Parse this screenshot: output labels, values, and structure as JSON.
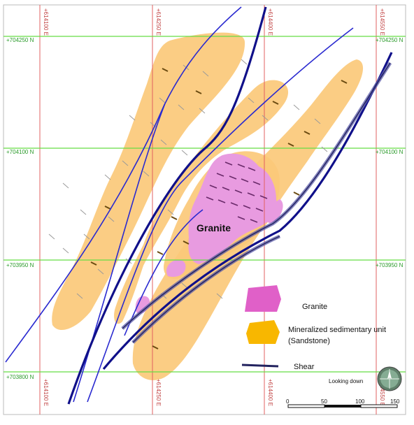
{
  "map": {
    "label_granite": "Granite"
  },
  "grid": {
    "eastings": [
      {
        "label": "+614100 E"
      },
      {
        "label": "+614250 E"
      },
      {
        "label": "+614400 E"
      },
      {
        "label": "+614550 E"
      }
    ],
    "northings": [
      {
        "label": "+704250 N"
      },
      {
        "label": "+704100 N"
      },
      {
        "label": "+703950 N"
      },
      {
        "label": "+703800 N"
      }
    ]
  },
  "legend": {
    "granite": "Granite",
    "sandstone_line1": "Mineralized sedimentary unit",
    "sandstone_line2": "(Sandstone)",
    "shear": "Shear"
  },
  "view": {
    "looking_down": "Looking down"
  },
  "scale_bar": {
    "ticks": [
      "0",
      "50",
      "100",
      "150"
    ]
  },
  "colors": {
    "granite": "#e89be0",
    "granite_legend": "#e060c8",
    "sandstone": "#fbc97a",
    "sandstone_legend": "#f8b700",
    "fault": "#2a2ad0",
    "shear": "#23235f",
    "grid_easting": "#e06060",
    "grid_northing": "#66dd44"
  }
}
